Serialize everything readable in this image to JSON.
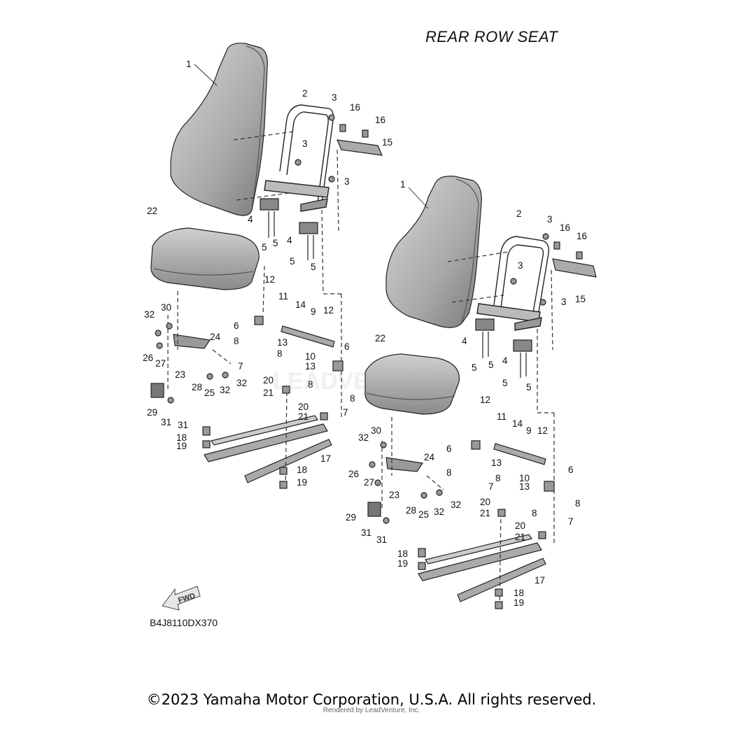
{
  "diagram": {
    "title": "REAR ROW SEAT",
    "code": "B4J8110DX370",
    "fwd_label": "FWD",
    "copyright": "©2023 Yamaha Motor Corporation, U.S.A. All rights reserved.",
    "rendered_by": "Rendered by LeadVenture, Inc."
  },
  "parts": {
    "seat_back": "1",
    "frame": "2",
    "nut_3": "3",
    "bracket_4": "4",
    "bolt_5": "5",
    "bracket_6": "6",
    "part_7": "7",
    "bolt_8": "8",
    "rod_9": "9",
    "part_10": "10",
    "part_11": "11",
    "bolt_12": "12",
    "part_13": "13",
    "part_14": "14",
    "bracket_15": "15",
    "bolt_16": "16",
    "rail_17": "17",
    "bolt_18": "18",
    "collar_19": "19",
    "bolt_20": "20",
    "washer_21": "21",
    "seat_cushion": "22",
    "part_23": "23",
    "plate_24": "24",
    "part_25": "25",
    "part_26": "26",
    "part_27": "27",
    "part_28": "28",
    "latch_29": "29",
    "part_30": "30",
    "part_31": "31",
    "part_32": "32"
  },
  "colors": {
    "line": "#222222",
    "seat_fill": "#bdbdbd",
    "seat_shade": "#8f8f8f",
    "part_fill": "#9a9a9a",
    "watermark": "#e3e3e3"
  }
}
